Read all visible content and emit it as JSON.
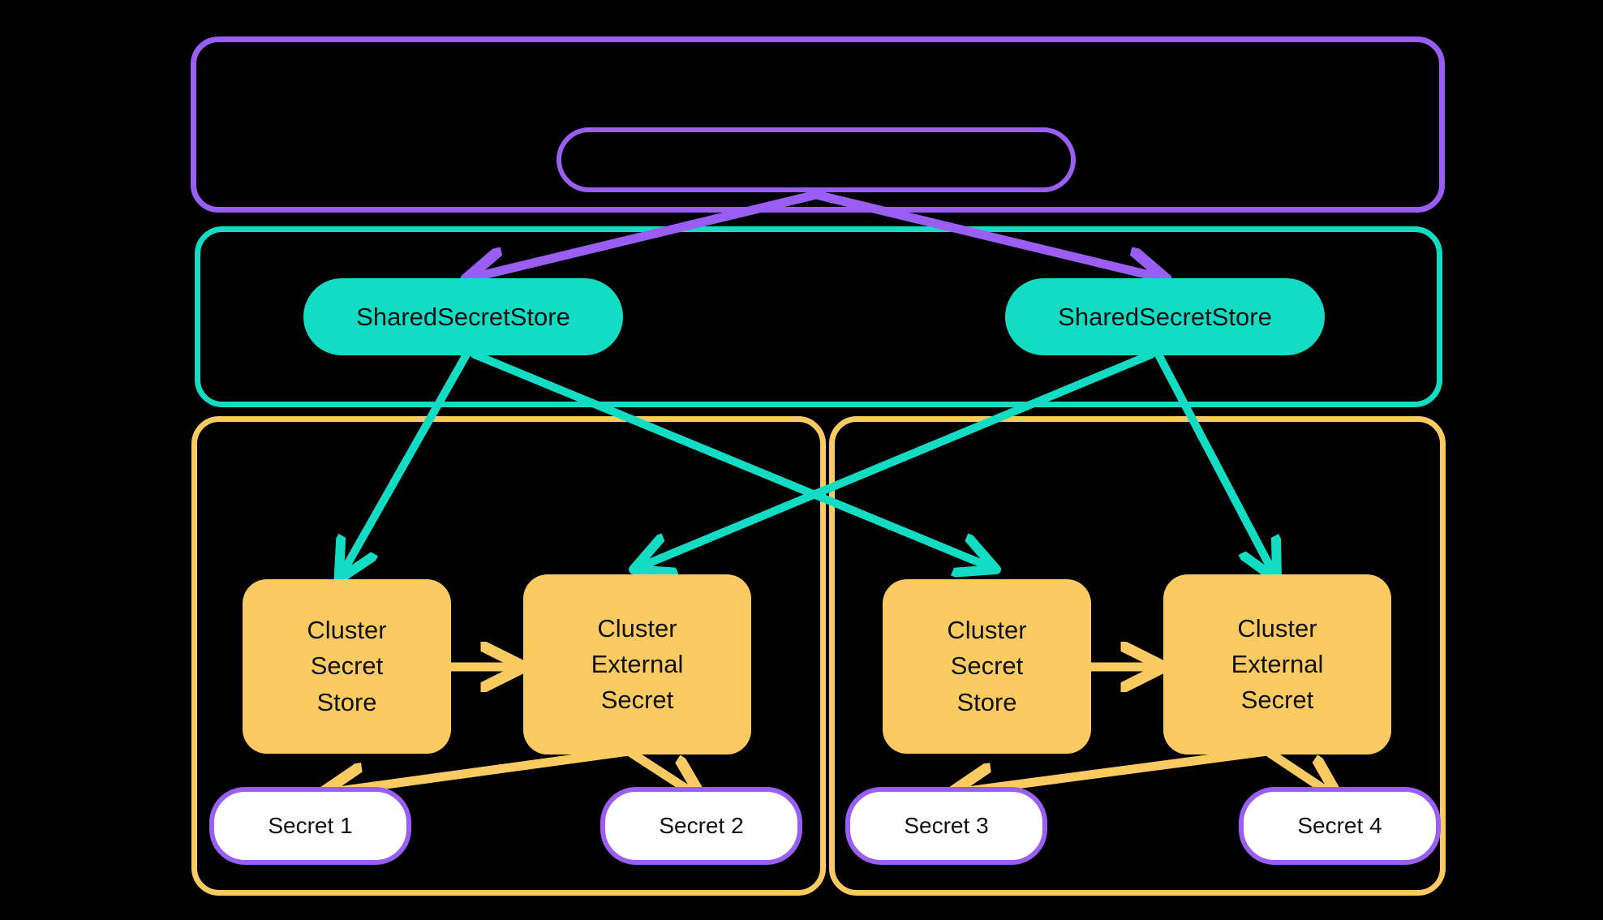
{
  "diagram": {
    "title": "External Secrets shared secret store architecture",
    "background": "#000000",
    "colors": {
      "purple": "#9b5ef5",
      "teal": "#12dcc4",
      "yellow": "#fbcb62",
      "white": "#ffffff",
      "text": "#111111"
    }
  },
  "containers": {
    "provider": {
      "name": "provider-frame",
      "color": "#9b5ef5",
      "label": ""
    },
    "shared": {
      "name": "shared-secret-store-frame",
      "color": "#12dcc4",
      "label": ""
    },
    "cluster_left": {
      "name": "cluster-frame-left",
      "color": "#fbcb62",
      "label": ""
    },
    "cluster_right": {
      "name": "cluster-frame-right",
      "color": "#fbcb62",
      "label": ""
    }
  },
  "nodes": {
    "secret_backend": {
      "label": "",
      "color": "#9b5ef5"
    },
    "shared_store_left": {
      "label": "SharedSecretStore",
      "color": "#12dcc4"
    },
    "shared_store_right": {
      "label": "SharedSecretStore",
      "color": "#12dcc4"
    },
    "cluster_secret_store_left": {
      "label": "Cluster\nSecret\nStore",
      "color": "#fbcb62"
    },
    "cluster_external_secret_left": {
      "label": "Cluster\nExternal\nSecret",
      "color": "#fbcb62"
    },
    "cluster_secret_store_right": {
      "label": "Cluster\nSecret\nStore",
      "color": "#fbcb62"
    },
    "cluster_external_secret_right": {
      "label": "Cluster\nExternal\nSecret",
      "color": "#fbcb62"
    },
    "secret_1": {
      "label": "Secret 1",
      "color": "#ffffff"
    },
    "secret_2": {
      "label": "Secret 2",
      "color": "#ffffff"
    },
    "secret_3": {
      "label": "Secret 3",
      "color": "#ffffff"
    },
    "secret_4": {
      "label": "Secret 4",
      "color": "#ffffff"
    }
  },
  "edges": [
    {
      "from": "secret_backend",
      "to": "shared_store_left",
      "color": "#9b5ef5"
    },
    {
      "from": "secret_backend",
      "to": "shared_store_right",
      "color": "#9b5ef5"
    },
    {
      "from": "shared_store_left",
      "to": "cluster_secret_store_left",
      "color": "#12dcc4"
    },
    {
      "from": "shared_store_left",
      "to": "cluster_secret_store_right",
      "color": "#12dcc4"
    },
    {
      "from": "shared_store_right",
      "to": "cluster_external_secret_left",
      "color": "#12dcc4"
    },
    {
      "from": "shared_store_right",
      "to": "cluster_external_secret_right",
      "color": "#12dcc4"
    },
    {
      "from": "cluster_secret_store_left",
      "to": "cluster_external_secret_left",
      "color": "#fbcb62"
    },
    {
      "from": "cluster_secret_store_right",
      "to": "cluster_external_secret_right",
      "color": "#fbcb62"
    },
    {
      "from": "cluster_external_secret_left",
      "to": "secret_1",
      "color": "#fbcb62"
    },
    {
      "from": "cluster_external_secret_left",
      "to": "secret_2",
      "color": "#fbcb62"
    },
    {
      "from": "cluster_external_secret_right",
      "to": "secret_3",
      "color": "#fbcb62"
    },
    {
      "from": "cluster_external_secret_right",
      "to": "secret_4",
      "color": "#fbcb62"
    }
  ]
}
